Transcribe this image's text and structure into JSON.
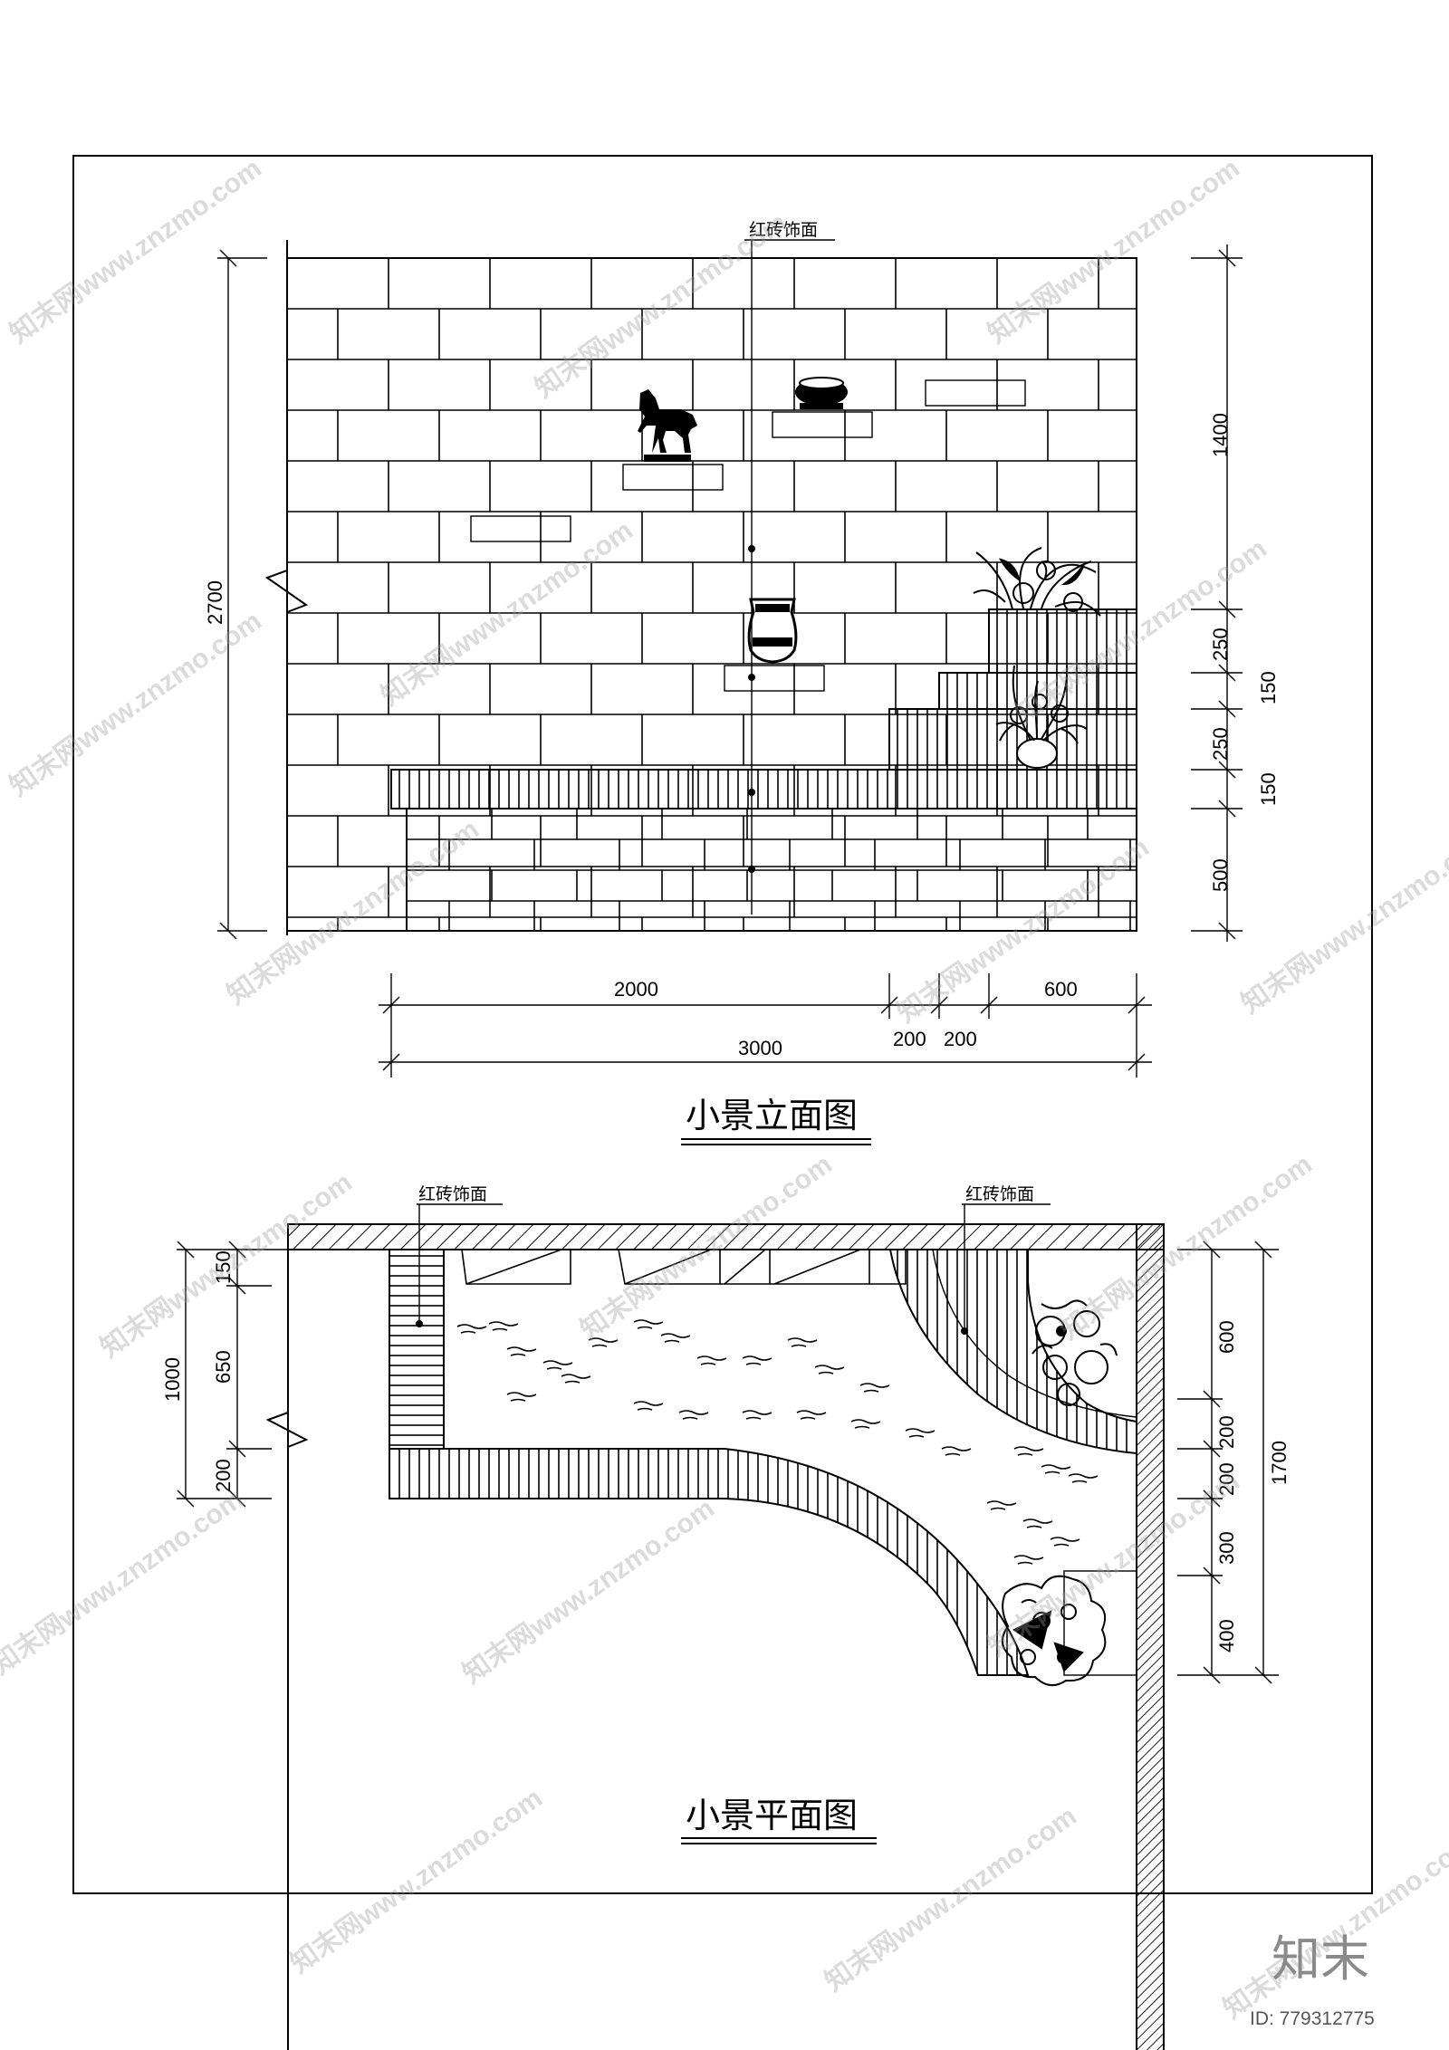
{
  "elevation": {
    "title": "小景立面图",
    "material_label": "红砖饰面",
    "dims_right": [
      "1400",
      "250",
      "250",
      "500",
      "150",
      "150"
    ],
    "dim_left_total": "2700",
    "dims_bottom_row1": [
      "2000",
      "200",
      "200",
      "600"
    ],
    "dim_bottom_total": "3000"
  },
  "plan": {
    "title": "小景平面图",
    "material_label_left": "红砖饰面",
    "material_label_right": "红砖饰面",
    "dims_left_segments": [
      "150",
      "650",
      "200"
    ],
    "dim_left_total": "1000",
    "dims_right_segments": [
      "600",
      "200",
      "200",
      "300",
      "400"
    ],
    "dim_right_total": "1700"
  },
  "watermark": {
    "text": "知末网www.znzmo.com",
    "logo": "知末",
    "id_label": "ID: 779312775"
  }
}
